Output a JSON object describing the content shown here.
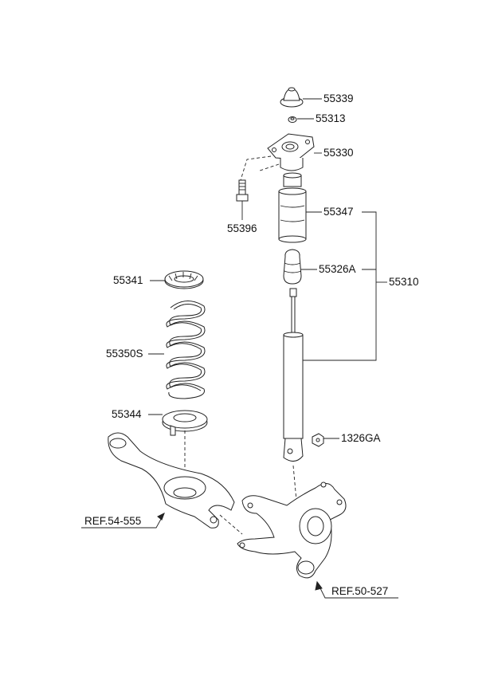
{
  "labels": {
    "p55339": "55339",
    "p55313": "55313",
    "p55330": "55330",
    "p55396": "55396",
    "p55347": "55347",
    "p55326A": "55326A",
    "p55310": "55310",
    "p55341": "55341",
    "p55350S": "55350S",
    "p55344": "55344",
    "p1326GA": "1326GA"
  },
  "refs": {
    "ref_lower_arm": "REF.54-555",
    "ref_knuckle": "REF.50-527"
  }
}
